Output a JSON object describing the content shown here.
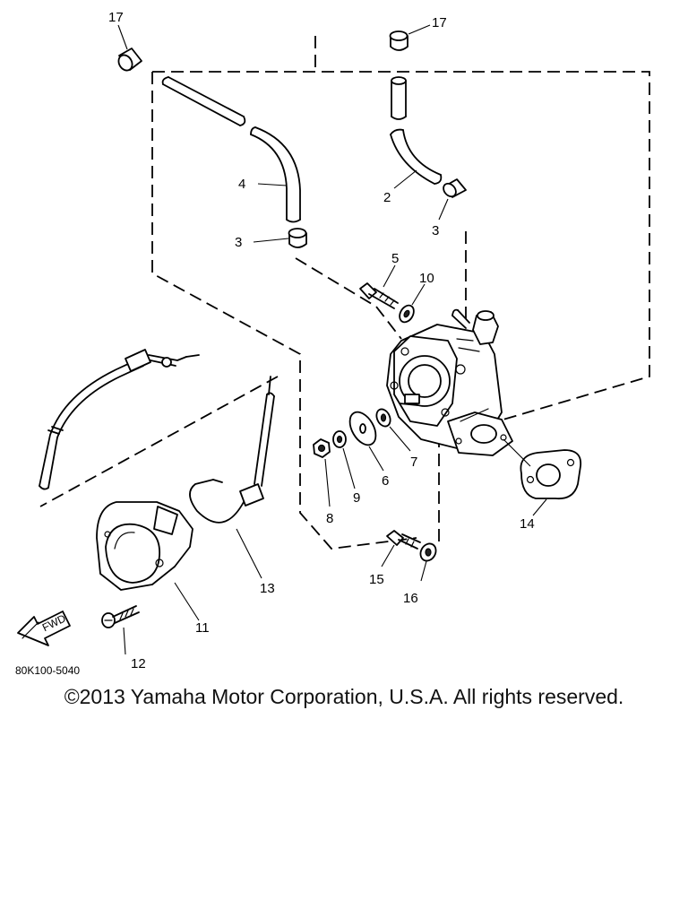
{
  "diagram": {
    "callouts": {
      "c17a": "17",
      "c17b": "17",
      "c4": "4",
      "c3a": "3",
      "c2": "2",
      "c3b": "3",
      "c5": "5",
      "c10": "10",
      "c8": "8",
      "c9": "9",
      "c6": "6",
      "c7": "7",
      "c14": "14",
      "c13": "13",
      "c11": "11",
      "c12": "12",
      "c15": "15",
      "c16": "16"
    },
    "diagram_code": "80K100-5040",
    "fwd_label": "FWD"
  },
  "footer": {
    "copyright": "©2013 Yamaha Motor Corporation, U.S.A. All rights reserved."
  }
}
